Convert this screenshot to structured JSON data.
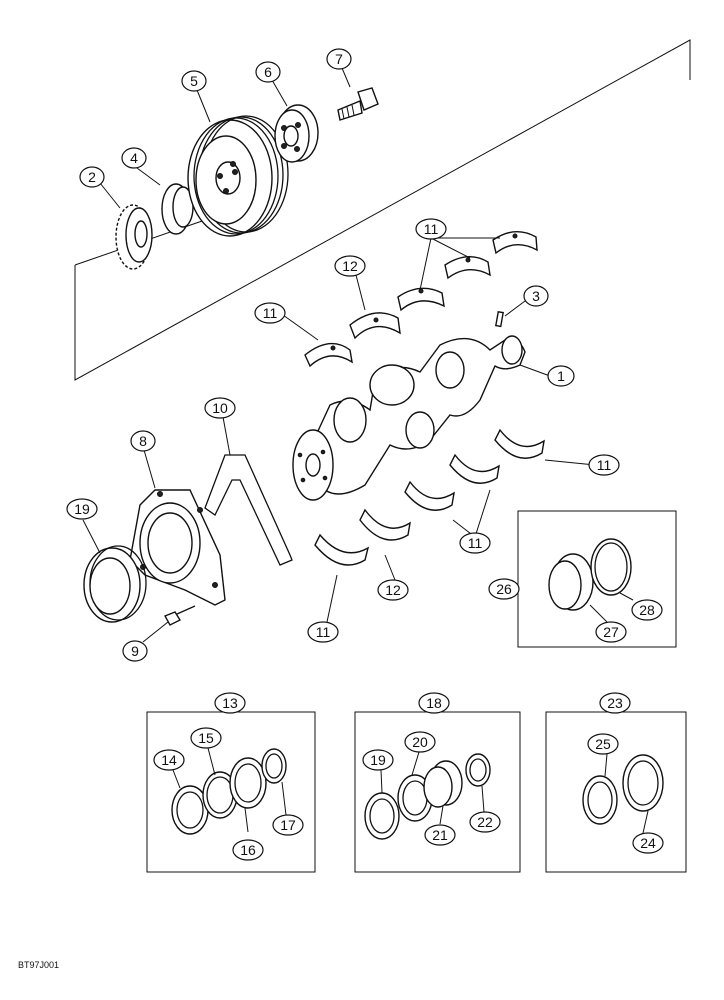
{
  "callouts": {
    "c1": "1",
    "c2": "2",
    "c3": "3",
    "c4": "4",
    "c5": "5",
    "c6": "6",
    "c7": "7",
    "c8": "8",
    "c9": "9",
    "c10": "10",
    "c11a": "11",
    "c11b": "11",
    "c11c": "11",
    "c11d": "11",
    "c11e": "11",
    "c12a": "12",
    "c12b": "12",
    "c13": "13",
    "c14": "14",
    "c15": "15",
    "c16": "16",
    "c17": "17",
    "c18": "18",
    "c19a": "19",
    "c19b": "19",
    "c20": "20",
    "c21": "21",
    "c22": "22",
    "c23": "23",
    "c24": "24",
    "c25": "25",
    "c26": "26",
    "c27": "27",
    "c28": "28"
  },
  "figure_code": "BT97J001"
}
